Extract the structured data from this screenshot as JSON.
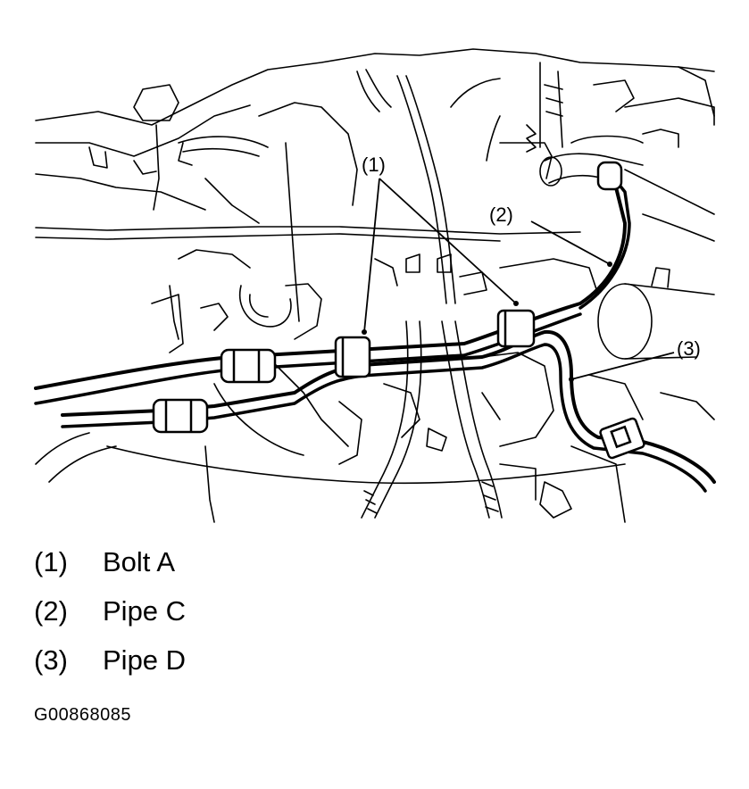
{
  "diagram": {
    "callouts": [
      {
        "number": "(1)"
      },
      {
        "number": "(2)"
      },
      {
        "number": "(3)"
      }
    ],
    "legend": [
      {
        "number": "(1)",
        "label": "Bolt A"
      },
      {
        "number": "(2)",
        "label": "Pipe C"
      },
      {
        "number": "(3)",
        "label": "Pipe D"
      }
    ],
    "figure_id": "G00868085",
    "colors": {
      "line": "#000000",
      "background": "#ffffff"
    }
  }
}
